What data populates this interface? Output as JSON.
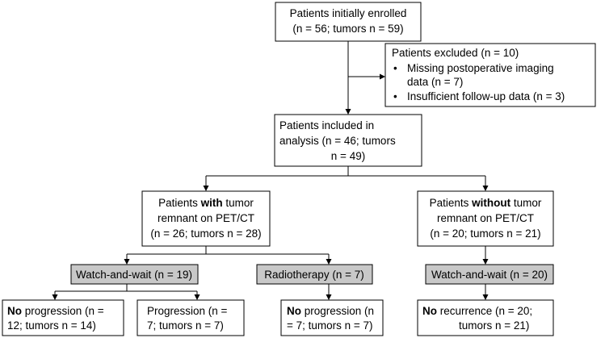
{
  "enrolled": {
    "line1": "Patients initially enrolled",
    "line2": "(n = 56; tumors n = 59)"
  },
  "excluded": {
    "title": "Patients excluded (n = 10)",
    "bullet": "•",
    "item1_line1": "Missing postoperative imaging",
    "item1_line2": "data (n = 7)",
    "item2": "Insufficient follow-up data (n = 3)"
  },
  "included": {
    "line1": "Patients included in",
    "line2": "analysis (n = 46; tumors",
    "line3": "n = 49)"
  },
  "with_remnant": {
    "line1_pre": "Patients ",
    "line1_bold": "with",
    "line1_post": " tumor",
    "line2": "remnant on PET/CT",
    "line3": "(n = 26; tumors n = 28)"
  },
  "without_remnant": {
    "line1_pre": "Patients ",
    "line1_bold": "without",
    "line1_post": " tumor",
    "line2": "remnant on PET/CT",
    "line3": "(n = 20; tumors n = 21)"
  },
  "ww_with": {
    "label": "Watch-and-wait (n = 19)"
  },
  "radiotherapy": {
    "label": "Radiotherapy (n = 7)"
  },
  "ww_without": {
    "label": "Watch-and-wait (n = 20)"
  },
  "no_prog_ww": {
    "line1_bold": "No",
    "line1_post": " progression (n =",
    "line2": "12; tumors n = 14)"
  },
  "prog_ww": {
    "line1": "Progression (n =",
    "line2": "7; tumors n = 7)"
  },
  "no_prog_rt": {
    "line1_bold": "No",
    "line1_post": " progression (n",
    "line2": "= 7; tumors n = 7)"
  },
  "no_recur": {
    "line1_bold": "No",
    "line1_post": " recurrence (n = 20;",
    "line2": "tumors n = 21)"
  }
}
